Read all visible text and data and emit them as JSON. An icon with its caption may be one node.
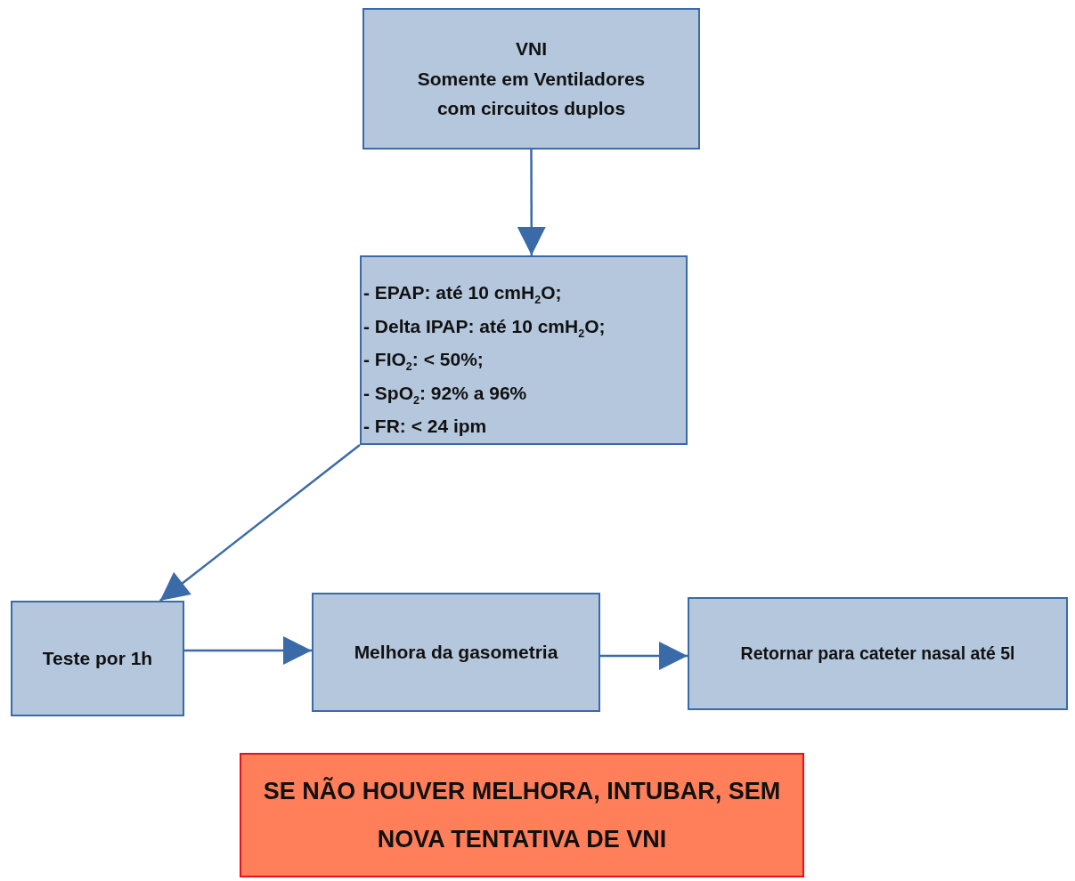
{
  "diagram": {
    "nodes": [
      {
        "text": [
          "VNI",
          "Somente em Ventiladores com circuitos duplos"
        ]
      },
      {
        "text": [
          "- EPAP: até 10 cmH$_{2}$O;",
          "- Delta IPAP: até 10 cmH$_{2}$O;",
          "- FIO$_{2}$: < 50%;",
          "- SpO$_{2}$: 92% a 96%",
          "- FR: < 24 ipm"
        ]
      },
      {
        "text": [
          "Teste por 1h"
        ]
      },
      {
        "text": [
          "Melhora da gasometria"
        ]
      },
      {
        "text": [
          "Retornar para cateter nasal até 5l"
        ]
      },
      {
        "text": [
          "SE NÃO HOUVER MELHORA, INTUBAR, SEM NOVA TENTATIVA DE VNI"
        ]
      }
    ],
    "edges": [
      {
        "from": 0,
        "to": 1,
        "arrow": "to"
      },
      {
        "from": 1,
        "to": 2,
        "arrow": "to"
      },
      {
        "from": 2,
        "to": 3,
        "arrow": "to"
      },
      {
        "from": 3,
        "to": 4,
        "arrow": "to"
      }
    ]
  }
}
